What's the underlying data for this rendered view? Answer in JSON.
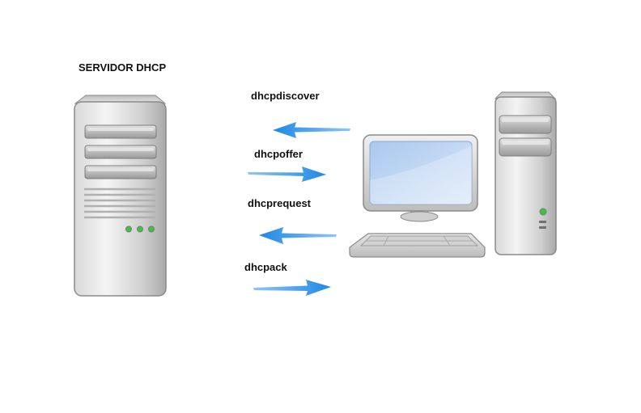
{
  "server": {
    "title": "SERVIDOR DHCP"
  },
  "messages": [
    {
      "label": "dhcpdiscover",
      "direction": "to-server"
    },
    {
      "label": "dhcpoffer",
      "direction": "to-client"
    },
    {
      "label": "dhcprequest",
      "direction": "to-server"
    },
    {
      "label": "dhcpack",
      "direction": "to-client"
    }
  ],
  "colors": {
    "arrow": "#1e88e5",
    "led": "#3cc43c",
    "screen": "#c7dcf5",
    "case_light": "#f2f2f2",
    "case_dark": "#a8a8a8"
  }
}
